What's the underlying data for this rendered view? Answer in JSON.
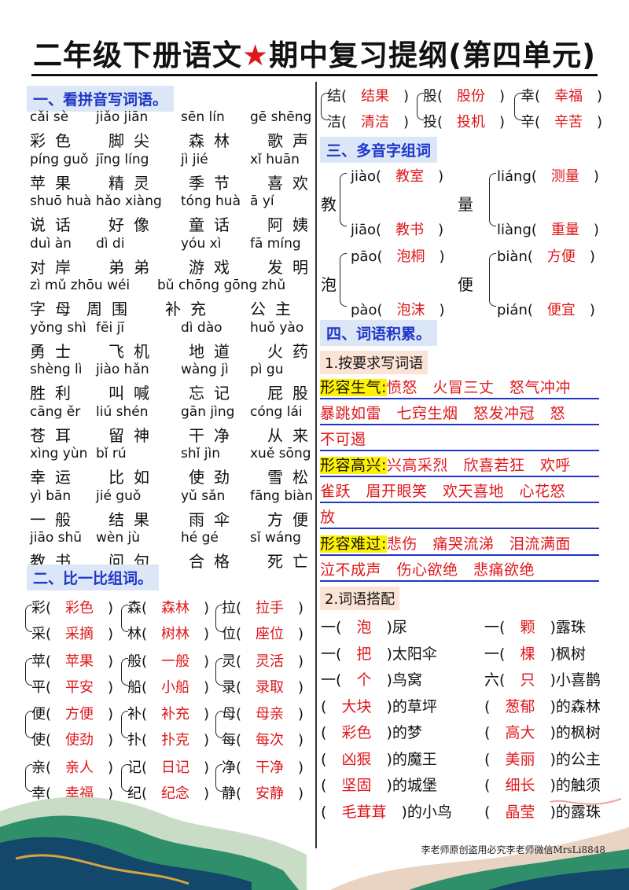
{
  "title": {
    "part1": "二年级下册语文",
    "star": "★",
    "part2": "期中复习提纲(第四单元)"
  },
  "sections": {
    "s1": "一、看拼音写词语。",
    "s2": "二、比一比组词。",
    "s3": "三、多音字组词",
    "s4": "四、词语积累。"
  },
  "pinyin_rows": [
    {
      "py": [
        "cǎi sè",
        "jiǎo jiān",
        "sēn lín",
        "gē shēng"
      ],
      "hz": [
        "彩色",
        "脚尖",
        "森林",
        "歌声"
      ]
    },
    {
      "py": [
        "píng guǒ",
        "jīng líng",
        "jì jié",
        "xǐ huān"
      ],
      "hz": [
        "苹果",
        "精灵",
        "季节",
        "喜欢"
      ]
    },
    {
      "py": [
        "shuō huà",
        "hǎo xiàng",
        "tóng huà",
        "ā yí"
      ],
      "hz": [
        "说话",
        "好像",
        "童话",
        "阿姨"
      ]
    },
    {
      "py": [
        "duì àn",
        "dì di",
        "yóu xì",
        "fā míng"
      ],
      "hz": [
        "对岸",
        "弟弟",
        "游戏",
        "发明"
      ]
    },
    {
      "py": [
        "zì mǔ zhōu wéi",
        "bǔ chōng gōng zhǔ",
        "",
        ""
      ],
      "hz": [
        "字母",
        "周围",
        "补充",
        "公主"
      ]
    },
    {
      "py": [
        "yǒng shì",
        "fēi jī",
        "dì dào",
        "huǒ yào"
      ],
      "hz": [
        "勇士",
        "飞机",
        "地道",
        "火药"
      ]
    },
    {
      "py": [
        "shèng lì",
        "jiào hǎn",
        "wàng jì",
        "pì gu"
      ],
      "hz": [
        "胜利",
        "叫喊",
        "忘记",
        "屁股"
      ]
    },
    {
      "py": [
        "cāng ěr",
        "liú shén",
        "gān jìng",
        "cóng lái"
      ],
      "hz": [
        "苍耳",
        "留神",
        "干净",
        "从来"
      ]
    },
    {
      "py": [
        "xìng yùn",
        "bǐ rú",
        "shǐ jìn",
        "xuě sōng"
      ],
      "hz": [
        "幸运",
        "比如",
        "使劲",
        "雪松"
      ]
    },
    {
      "py": [
        "yì bān",
        "jié guǒ",
        "yǔ sǎn",
        "fāng biàn"
      ],
      "hz": [
        "一般",
        "结果",
        "雨伞",
        "方便"
      ]
    },
    {
      "py": [
        "jiāo shū",
        "wèn jù",
        "hé gé",
        "sǐ wáng"
      ],
      "hz": [
        "教书",
        "问句",
        "合格",
        "死亡"
      ]
    }
  ],
  "compare_groups": [
    [
      {
        "c": "彩",
        "w": "彩色"
      },
      {
        "c": "采",
        "w": "采摘"
      },
      {
        "c": "森",
        "w": "森林"
      },
      {
        "c": "林",
        "w": "树林"
      },
      {
        "c": "拉",
        "w": "拉手"
      },
      {
        "c": "位",
        "w": "座位"
      }
    ],
    [
      {
        "c": "苹",
        "w": "苹果"
      },
      {
        "c": "平",
        "w": "平安"
      },
      {
        "c": "般",
        "w": "一般"
      },
      {
        "c": "船",
        "w": "小船"
      },
      {
        "c": "灵",
        "w": "灵活"
      },
      {
        "c": "录",
        "w": "录取"
      }
    ],
    [
      {
        "c": "便",
        "w": "方便"
      },
      {
        "c": "使",
        "w": "使劲"
      },
      {
        "c": "补",
        "w": "补充"
      },
      {
        "c": "扑",
        "w": "扑克"
      },
      {
        "c": "母",
        "w": "母亲"
      },
      {
        "c": "每",
        "w": "每次"
      }
    ],
    [
      {
        "c": "亲",
        "w": "亲人"
      },
      {
        "c": "幸",
        "w": "幸福"
      },
      {
        "c": "记",
        "w": "日记"
      },
      {
        "c": "纪",
        "w": "纪念"
      },
      {
        "c": "净",
        "w": "干净"
      },
      {
        "c": "静",
        "w": "安静"
      }
    ]
  ],
  "compare_right_top": [
    {
      "c": "结",
      "w": "结果"
    },
    {
      "c": "洁",
      "w": "清洁"
    },
    {
      "c": "股",
      "w": "股份"
    },
    {
      "c": "投",
      "w": "投机"
    },
    {
      "c": "幸",
      "w": "幸福"
    },
    {
      "c": "辛",
      "w": "辛苦"
    }
  ],
  "polyphone": [
    {
      "char": "教",
      "a_py": "jiào",
      "a_w": "教室",
      "b_py": "jiāo",
      "b_w": "教书"
    },
    {
      "char": "量",
      "a_py": "liáng",
      "a_w": "测量",
      "b_py": "liàng",
      "b_w": "重量"
    },
    {
      "char": "泡",
      "a_py": "pāo",
      "a_w": "泡桐",
      "b_py": "pào",
      "b_w": "泡沫"
    },
    {
      "char": "便",
      "a_py": "biàn",
      "a_w": "方便",
      "b_py": "pián",
      "b_w": "便宜"
    }
  ],
  "accumulate": {
    "sub1": "1.按要求写词语",
    "cat1": "形容生气:",
    "cat1_text1": "愤怒　火冒三丈　怒气冲冲",
    "cat1_text2": "暴跳如雷　七窍生烟　怒发冲冠　怒",
    "cat1_text3": "不可遏",
    "cat2": "形容高兴:",
    "cat2_text1": "兴高采烈　欣喜若狂　欢呼",
    "cat2_text2": "雀跃　眉开眼笑　欢天喜地　心花怒",
    "cat2_text3": "放",
    "cat3": "形容难过:",
    "cat3_text1": "悲伤　痛哭流涕　泪流满面",
    "cat3_text2": "泣不成声　伤心欲绝　悲痛欲绝",
    "sub2": "2.词语搭配"
  },
  "matching": [
    {
      "pre": "一(",
      "ans": "泡",
      "post": ")尿",
      "pre2": "一(",
      "ans2": "颗",
      "post2": ")露珠"
    },
    {
      "pre": "一(",
      "ans": "把",
      "post": ")太阳伞",
      "pre2": "一(",
      "ans2": "棵",
      "post2": ")枫树"
    },
    {
      "pre": "一(",
      "ans": "个",
      "post": ")鸟窝",
      "pre2": "六(",
      "ans2": "只",
      "post2": ")小喜鹊"
    },
    {
      "pre": "(",
      "ans": "大块",
      "post": ")的草坪",
      "pre2": "(",
      "ans2": "葱郁",
      "post2": ")的森林"
    },
    {
      "pre": "(",
      "ans": "彩色",
      "post": ")的梦",
      "pre2": "(",
      "ans2": "高大",
      "post2": ")的枫树"
    },
    {
      "pre": "(",
      "ans": "凶狠",
      "post": ")的魔王",
      "pre2": "(",
      "ans2": "美丽",
      "post2": ")的公主"
    },
    {
      "pre": "(",
      "ans": "坚固",
      "post": ")的城堡",
      "pre2": "(",
      "ans2": "细长",
      "post2": ")的触须"
    },
    {
      "pre": "(",
      "ans": "毛茸茸",
      "post": ")的小鸟",
      "pre2": "(",
      "ans2": "晶莹",
      "post2": ")的露珠"
    }
  ],
  "footer": "李老师原创盗用必究李老师微信MrsLi8848"
}
